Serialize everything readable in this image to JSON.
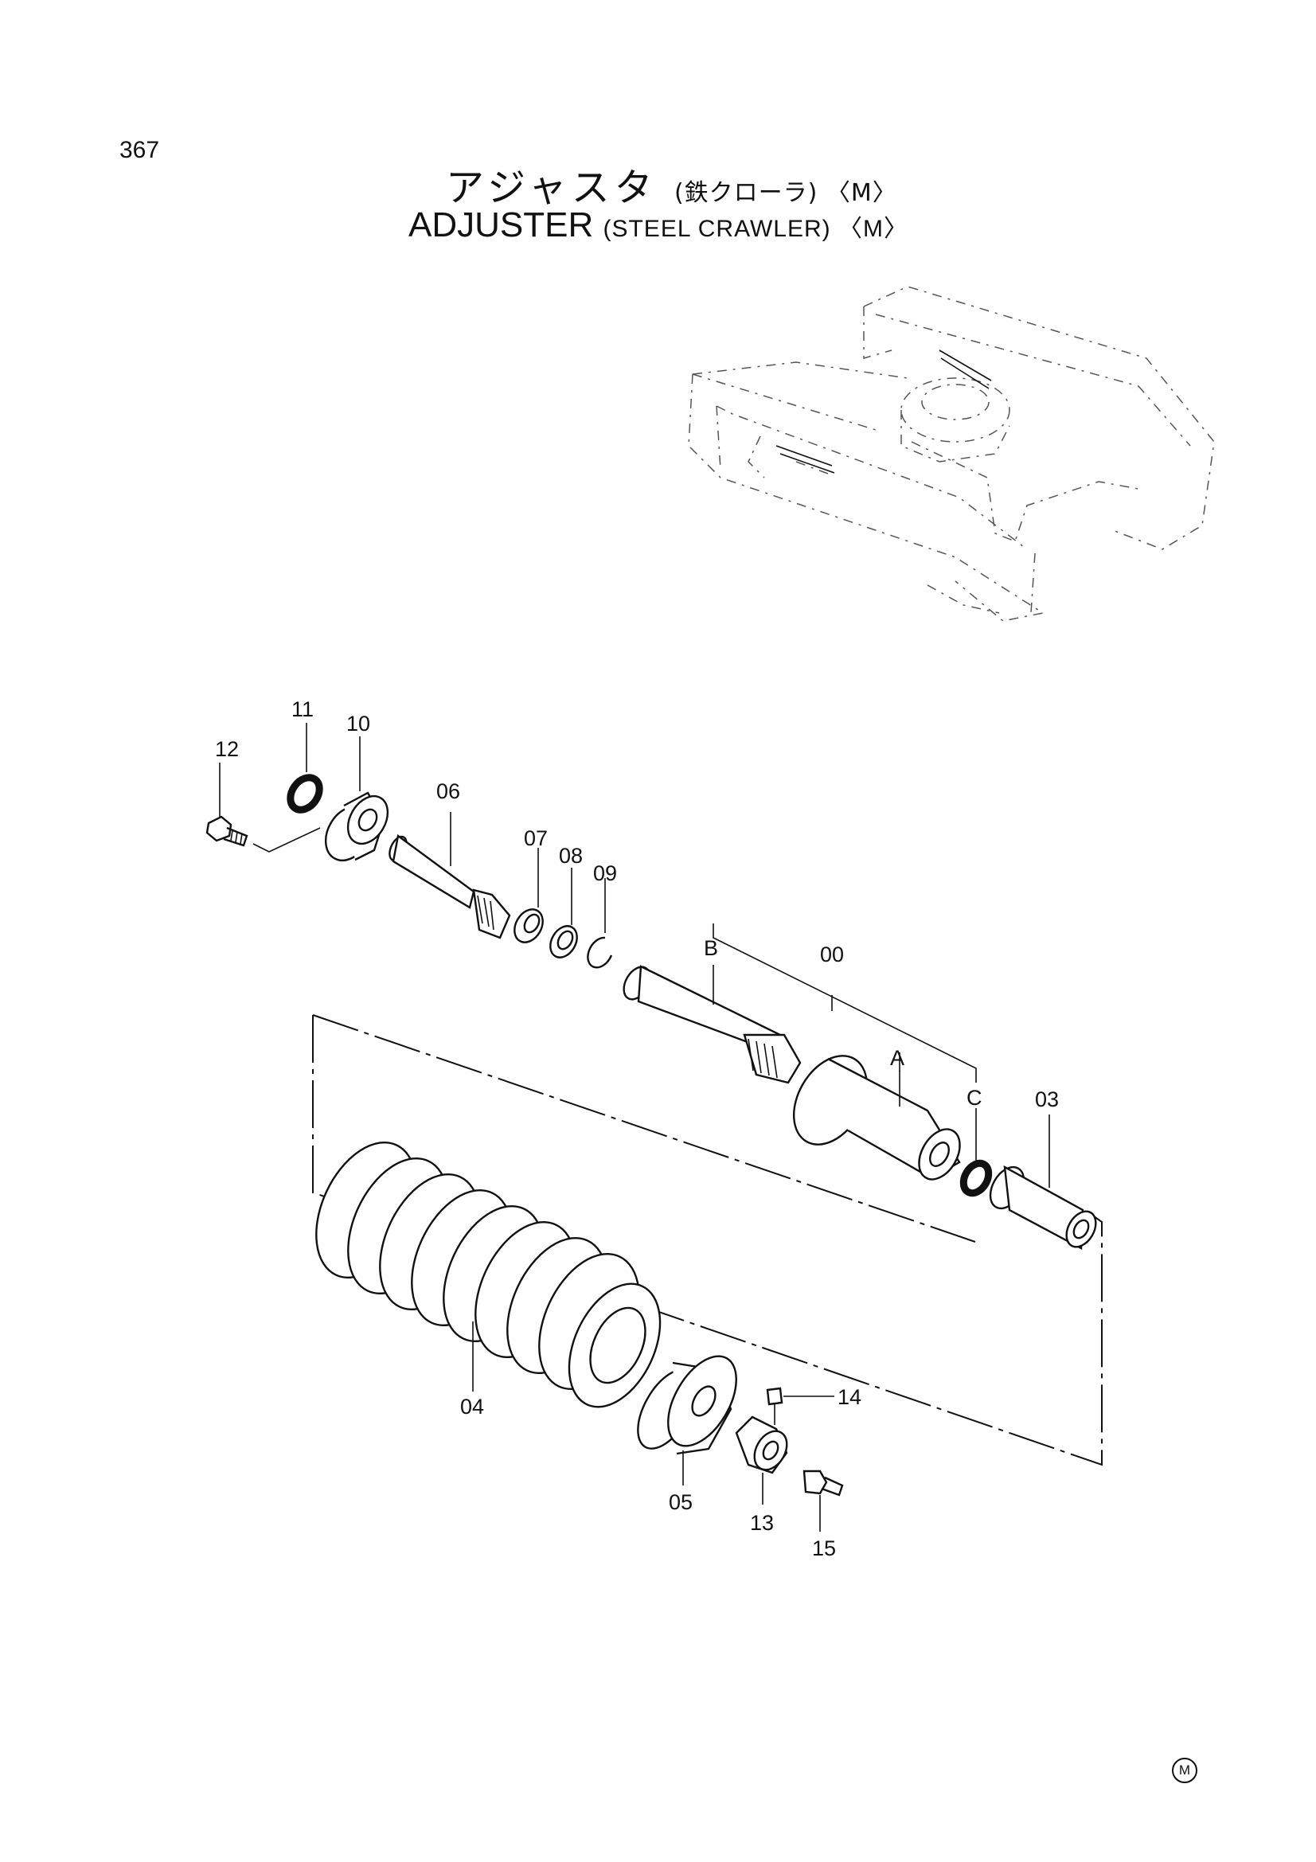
{
  "header": {
    "page_number": "367",
    "title_jp_main": "アジャスタ",
    "title_jp_sub": "(鉄クローラ) 〈M〉",
    "title_en_main": "ADJUSTER",
    "title_en_sub": "(STEEL CRAWLER) 〈M〉"
  },
  "callouts": {
    "p00": "00",
    "p03": "03",
    "p04": "04",
    "p05": "05",
    "p06": "06",
    "p07": "07",
    "p08": "08",
    "p09": "09",
    "p10": "10",
    "p11": "11",
    "p12": "12",
    "p13": "13",
    "p14": "14",
    "p15": "15",
    "sub_a": "A",
    "sub_b": "B",
    "sub_c": "C"
  },
  "footer": {
    "model_mark": "M"
  }
}
